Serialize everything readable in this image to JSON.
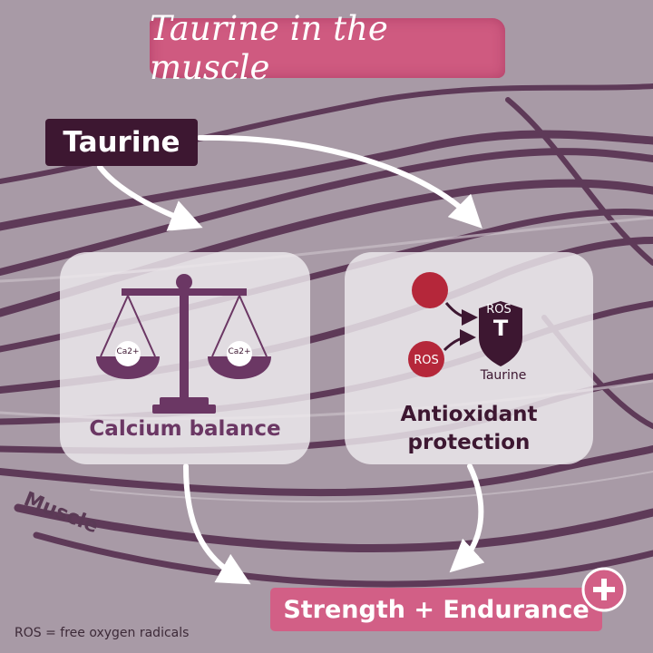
{
  "title": "Taurine in the muscle",
  "source_box": "Taurine",
  "left_panel": {
    "label": "Calcium balance",
    "ion_left": "Ca2+",
    "ion_right": "Ca2+"
  },
  "right_panel": {
    "label_line1": "Antioxidant",
    "label_line2": "protection",
    "ros_top": "ROS",
    "ros_bottom": "ROS",
    "shield_letter": "T",
    "shield_caption": "Taurine"
  },
  "result": "Strength + Endurance",
  "muscle_label": "Muscle",
  "footnote": "ROS = free oxygen radicals",
  "colors": {
    "background": "#a89aa6",
    "dark_plum": "#3d1731",
    "muscle_fiber": "#5e3a58",
    "accent_pink": "#d25f86",
    "ros_red": "#b5273a",
    "scale_purple": "#6b3764"
  }
}
